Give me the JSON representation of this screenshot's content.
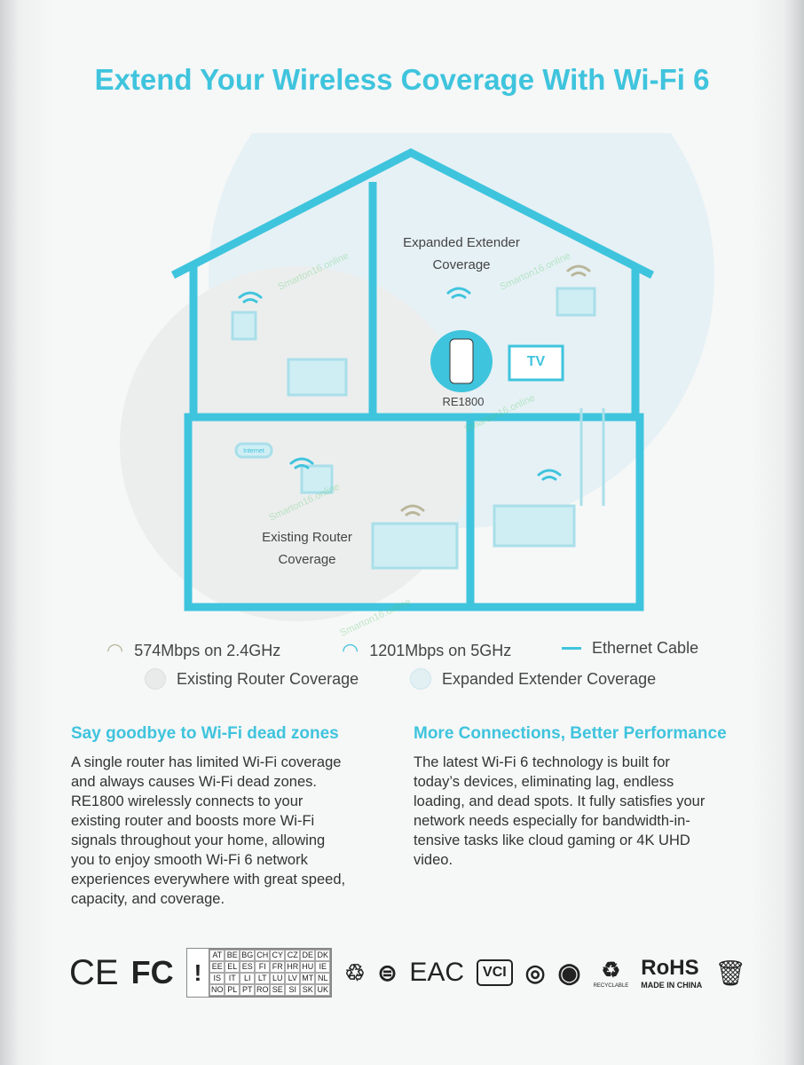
{
  "title": "Extend Your Wireless Coverage With Wi-Fi 6",
  "diagram": {
    "extender_coverage_label": [
      "Expanded Extender",
      "Coverage"
    ],
    "router_coverage_label": [
      "Existing Router",
      "Coverage"
    ],
    "device_label": "RE1800",
    "tv_label": "TV",
    "internet_label": "Internet"
  },
  "legend": {
    "band24": "574Mbps on 2.4GHz",
    "band5": "1201Mbps on 5GHz",
    "ethernet": "Ethernet Cable",
    "router_cov": "Existing Router Coverage",
    "extender_cov": "Expanded Extender Coverage"
  },
  "left": {
    "heading": "Say goodbye to Wi-Fi dead zones",
    "lines": [
      "A single router has limited Wi-Fi coverage",
      "and always causes Wi-Fi dead zones.",
      "RE1800 wirelessly connects to your",
      "existing router and boosts more Wi-Fi",
      "signals throughout your home, allowing",
      "you to enjoy smooth Wi-Fi 6 network",
      "experiences everywhere with great speed,",
      "capacity, and coverage."
    ]
  },
  "right": {
    "heading": "More Connections, Better Performance",
    "lines": [
      "The latest Wi-Fi 6 technology is built for",
      "today’s devices, eliminating lag, endless",
      "loading, and dead spots. It fully satisfies your",
      "network needs especially for bandwidth-in-",
      "tensive tasks like cloud gaming or 4K UHD",
      "video."
    ]
  },
  "certs": {
    "ce": "CE",
    "fc": "FC",
    "countries": [
      "AT",
      "BE",
      "BG",
      "CH",
      "CY",
      "CZ",
      "DE",
      "DK",
      "EE",
      "EL",
      "ES",
      "FI",
      "FR",
      "HR",
      "HU",
      "IE",
      "IS",
      "IT",
      "LI",
      "LT",
      "LU",
      "LV",
      "MT",
      "NL",
      "NO",
      "PL",
      "PT",
      "RO",
      "SE",
      "SI",
      "SK",
      "UK"
    ],
    "eac": "EAC",
    "vci": "VCI",
    "recyclable": "RECYCLABLE",
    "rohs": "RoHS",
    "made_in": "MADE IN CHINA"
  },
  "colors": {
    "accent": "#3fc4dd",
    "band24": "#b9b79a"
  },
  "watermark": "Smarton16.online"
}
